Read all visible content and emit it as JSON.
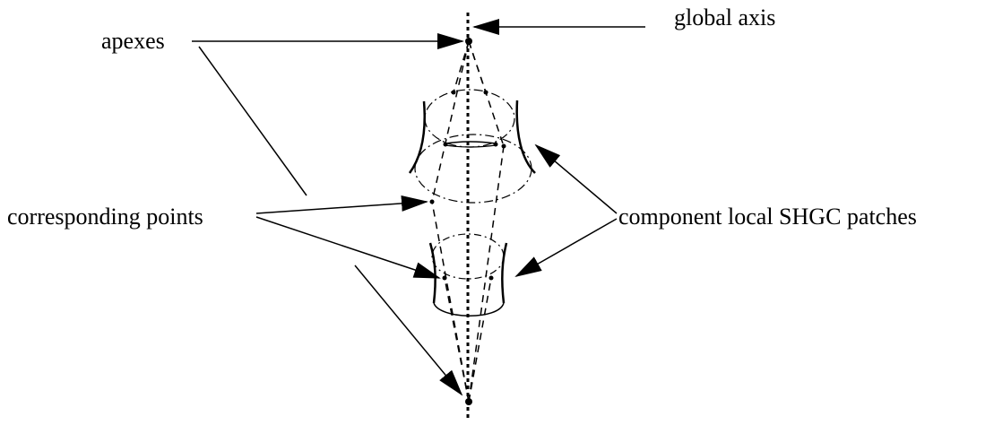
{
  "labels": {
    "global_axis": "global axis",
    "apexes": "apexes",
    "corresponding_points": "corresponding points",
    "component_patches": "component local SHGC patches"
  },
  "colors": {
    "ink": "#000000",
    "background": "#ffffff"
  }
}
